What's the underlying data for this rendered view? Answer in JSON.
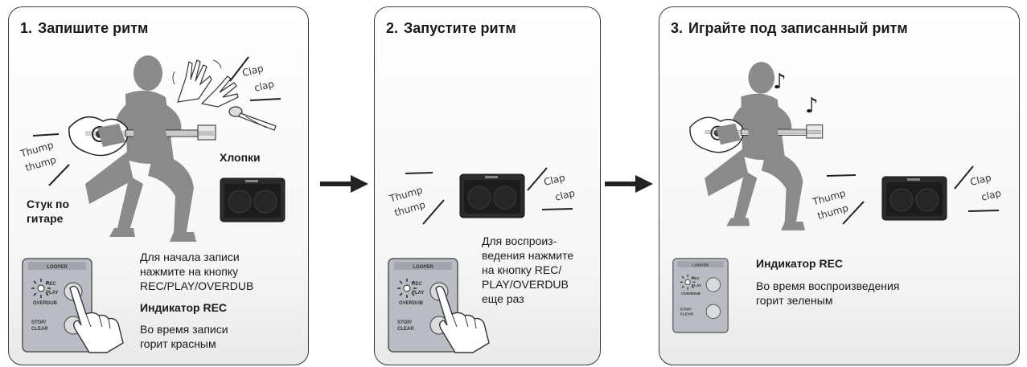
{
  "colors": {
    "figure": "#8a8a8a",
    "amp": "#2b2b2b",
    "pedal": "#b9bcc2",
    "border": "#3a3a3a"
  },
  "steps": [
    {
      "number": "1.",
      "title": "Запишите ритм",
      "sfx_thump": [
        "Thump",
        "thump"
      ],
      "sfx_clap": [
        "Clap",
        "clap"
      ],
      "claps_label": "Хлопки",
      "guitar_label": [
        "Стук по",
        "гитаре"
      ],
      "instruction": [
        "Для начала записи",
        "нажмите на кнопку",
        "REC/PLAY/OVERDUB"
      ],
      "indicator_title": "Индикатор REC",
      "indicator_desc": [
        "Во время записи",
        "горит красным"
      ],
      "pedal": {
        "header": "LOOPER",
        "rec": "REC",
        "play": "PLAY",
        "overdub": "OVERDUB",
        "stop": "STOP/",
        "clear": "CLEAR"
      },
      "icons": [
        "guitarist-figure-icon",
        "clapping-hands-icon",
        "microphone-icon",
        "amplifier-icon",
        "looper-pedal-icon",
        "pressing-finger-icon"
      ]
    },
    {
      "number": "2.",
      "title": "Запустите ритм",
      "sfx_thump": [
        "Thump",
        "thump"
      ],
      "sfx_clap": [
        "Clap",
        "clap"
      ],
      "instruction": [
        "Для воспроиз-",
        "ведения нажмите",
        "на кнопку REC/",
        "PLAY/OVERDUB",
        "еще раз"
      ],
      "pedal": {
        "header": "LOOPER",
        "rec": "REC",
        "play": "PLAY",
        "overdub": "OVERDUB",
        "stop": "STOP/",
        "clear": "CLEAR"
      },
      "icons": [
        "amplifier-icon",
        "looper-pedal-icon",
        "pressing-finger-icon"
      ]
    },
    {
      "number": "3.",
      "title": "Играйте под записанный ритм",
      "sfx_thump": [
        "Thump",
        "thump"
      ],
      "sfx_clap": [
        "Clap",
        "clap"
      ],
      "indicator_title": "Индикатор REC",
      "indicator_desc": [
        "Во время воспроизведения",
        "горит зеленым"
      ],
      "pedal": {
        "header": "LOOPER",
        "rec": "REC",
        "play": "PLAY",
        "overdub": "OVERDUB",
        "stop": "STOP/",
        "clear": "CLEAR"
      },
      "icons": [
        "guitarist-figure-icon",
        "music-note-icon",
        "amplifier-icon",
        "looper-pedal-icon"
      ]
    }
  ],
  "arrows": [
    "right-arrow-icon",
    "right-arrow-icon"
  ]
}
